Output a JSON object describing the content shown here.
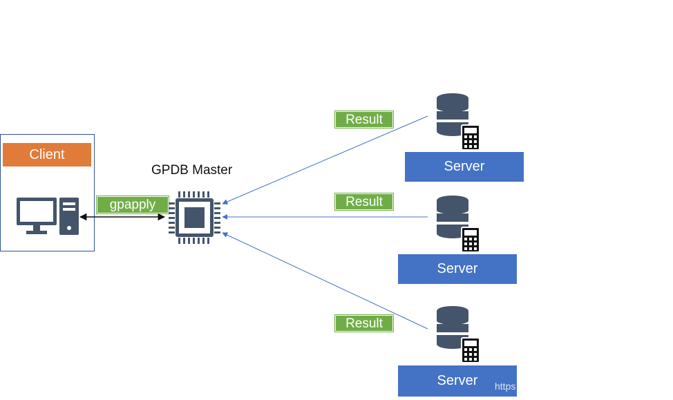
{
  "client": {
    "label": "Client"
  },
  "link": {
    "label": "gpapply"
  },
  "master": {
    "title": "GPDB Master"
  },
  "segments": [
    {
      "result_label": "Result",
      "server_label": "Server"
    },
    {
      "result_label": "Result",
      "server_label": "Server"
    },
    {
      "result_label": "Result",
      "server_label": "Server"
    }
  ],
  "watermark": "https",
  "colors": {
    "client_accent": "#e07b39",
    "label_green": "#70ad47",
    "server_blue": "#4472c4",
    "icon_dark": "#44546a",
    "arrow": "#4472c4"
  }
}
